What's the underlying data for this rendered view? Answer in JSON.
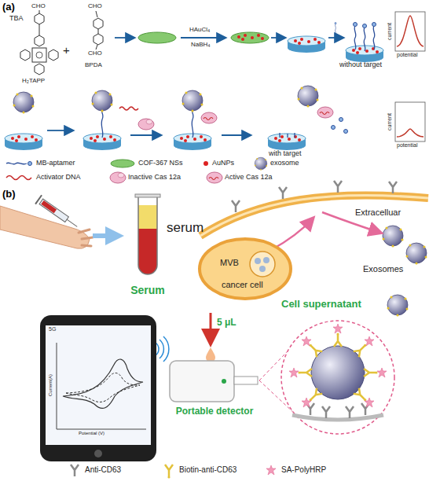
{
  "diagram": {
    "nodes": [
      {
        "text": [
          "Serum"
        ]
      },
      {
        "text": [
          "MVB",
          "cancer cell"
        ]
      },
      {
        "text": [
          "5G"
        ]
      },
      {
        "text": [
          "Portable detector"
        ]
      }
    ],
    "labels": [
      "(a)",
      "CHO",
      "TBA",
      "H₂TAPP",
      "+",
      "CHO",
      "CHO",
      "BPDA",
      "HAuCl₄",
      "NaBH₄",
      "current",
      "potential",
      "without target",
      "current",
      "potential",
      "with target",
      "(b)",
      "serum",
      "Extracelluar",
      "Exosomes",
      "Cell supernatant",
      "5 μL",
      "Current(A)",
      "Potential (V)"
    ],
    "legend": [
      {
        "text": "MB-aptamer"
      },
      {
        "text": "COF-367 NSs"
      },
      {
        "text": "AuNPs"
      },
      {
        "text": "exosome"
      },
      {
        "text": "Activator DNA"
      },
      {
        "text": "Inactive Cas 12a"
      },
      {
        "text": "Active Cas 12a"
      },
      {
        "text": "Anti-CD63"
      },
      {
        "text": "Biotin-anti-CD63"
      },
      {
        "text": "SA-PolyHRP"
      }
    ]
  }
}
